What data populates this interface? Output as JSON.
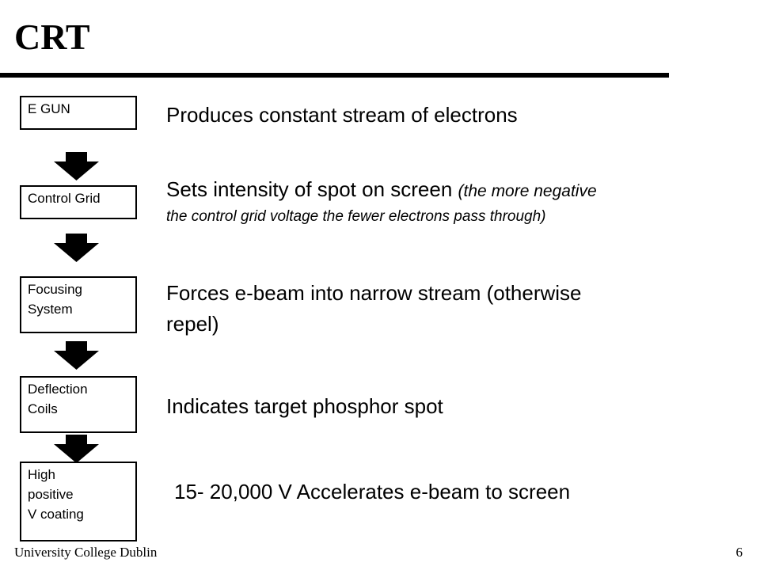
{
  "slide": {
    "title": "CRT",
    "footer_left": "University College Dublin",
    "page_number": "6"
  },
  "stages": [
    {
      "label_lines": [
        "E GUN"
      ],
      "description": "Produces constant stream of electrons"
    },
    {
      "label_lines": [
        "Control Grid"
      ],
      "description": "Sets intensity of spot on screen",
      "note": "(the more negative",
      "note_line2": "the control grid voltage the fewer electrons pass through)"
    },
    {
      "label_lines": [
        "Focusing",
        "System"
      ],
      "description_line1": "Forces e-beam into narrow stream (otherwise",
      "description_line2": "repel)"
    },
    {
      "label_lines": [
        "Deflection",
        "Coils"
      ],
      "description": "Indicates target phosphor spot"
    },
    {
      "label_lines": [
        "High",
        "positive",
        "V coating"
      ],
      "description": "15- 20,000 V Accelerates e-beam to screen"
    }
  ],
  "icons": {
    "flow_arrow": "down-arrow-icon"
  },
  "colors": {
    "foreground": "#000000",
    "background": "#ffffff"
  }
}
